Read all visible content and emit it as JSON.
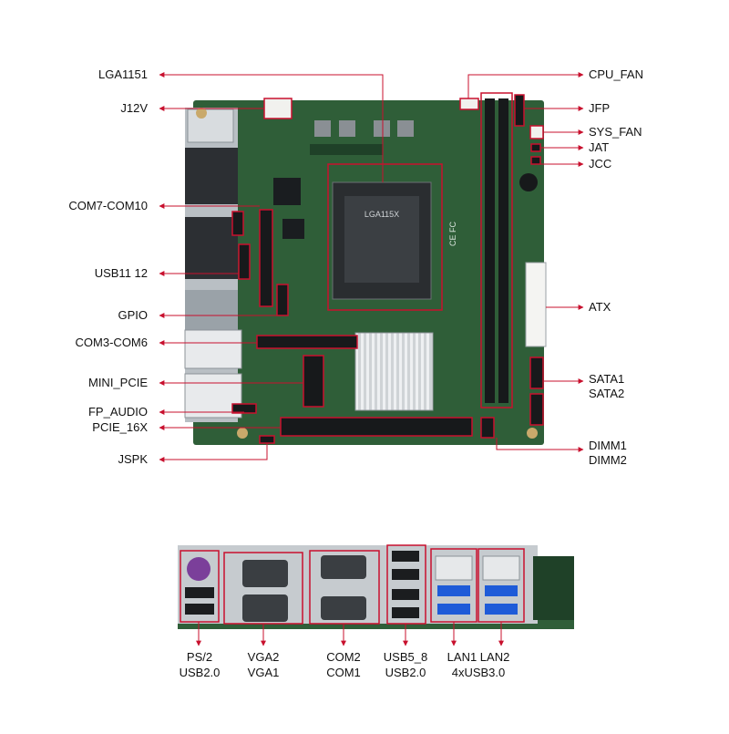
{
  "board": {
    "socket_text": "LGA115X",
    "ce_mark": "CE FC"
  },
  "callouts": {
    "left": [
      {
        "id": "lga1151",
        "label": "LGA1151"
      },
      {
        "id": "j12v",
        "label": "J12V"
      },
      {
        "id": "com7-com10",
        "label": "COM7-COM10"
      },
      {
        "id": "usb11-12",
        "label": "USB11 12"
      },
      {
        "id": "gpio",
        "label": "GPIO"
      },
      {
        "id": "com3-com6",
        "label": "COM3-COM6"
      },
      {
        "id": "mini-pcie",
        "label": "MINI_PCIE"
      },
      {
        "id": "fp-audio",
        "label": "FP_AUDIO"
      },
      {
        "id": "pcie-16x",
        "label": "PCIE_16X"
      },
      {
        "id": "jspk",
        "label": "JSPK"
      }
    ],
    "right": [
      {
        "id": "cpu-fan",
        "label": "CPU_FAN"
      },
      {
        "id": "jfp",
        "label": "JFP"
      },
      {
        "id": "sys-fan",
        "label": "SYS_FAN"
      },
      {
        "id": "jat",
        "label": "JAT"
      },
      {
        "id": "jcc",
        "label": "JCC"
      },
      {
        "id": "atx",
        "label": "ATX"
      },
      {
        "id": "sata",
        "line1": "SATA1",
        "line2": "SATA2"
      },
      {
        "id": "dimm",
        "line1": "DIMM1",
        "line2": "DIMM2"
      }
    ]
  },
  "io_panel": [
    {
      "id": "ps2-usb",
      "line1": "PS/2",
      "line2": "USB2.0"
    },
    {
      "id": "vga",
      "line1": "VGA2",
      "line2": "VGA1"
    },
    {
      "id": "com",
      "line1": "COM2",
      "line2": "COM1"
    },
    {
      "id": "usb5-8",
      "line1": "USB5_8",
      "line2": "USB2.0"
    },
    {
      "id": "lan",
      "line1": "LAN1 LAN2",
      "line2": "4xUSB3.0"
    }
  ],
  "colors": {
    "callout": "#c8102e",
    "pcb": "#2f5e38",
    "pcb_dark": "#1f4128"
  }
}
